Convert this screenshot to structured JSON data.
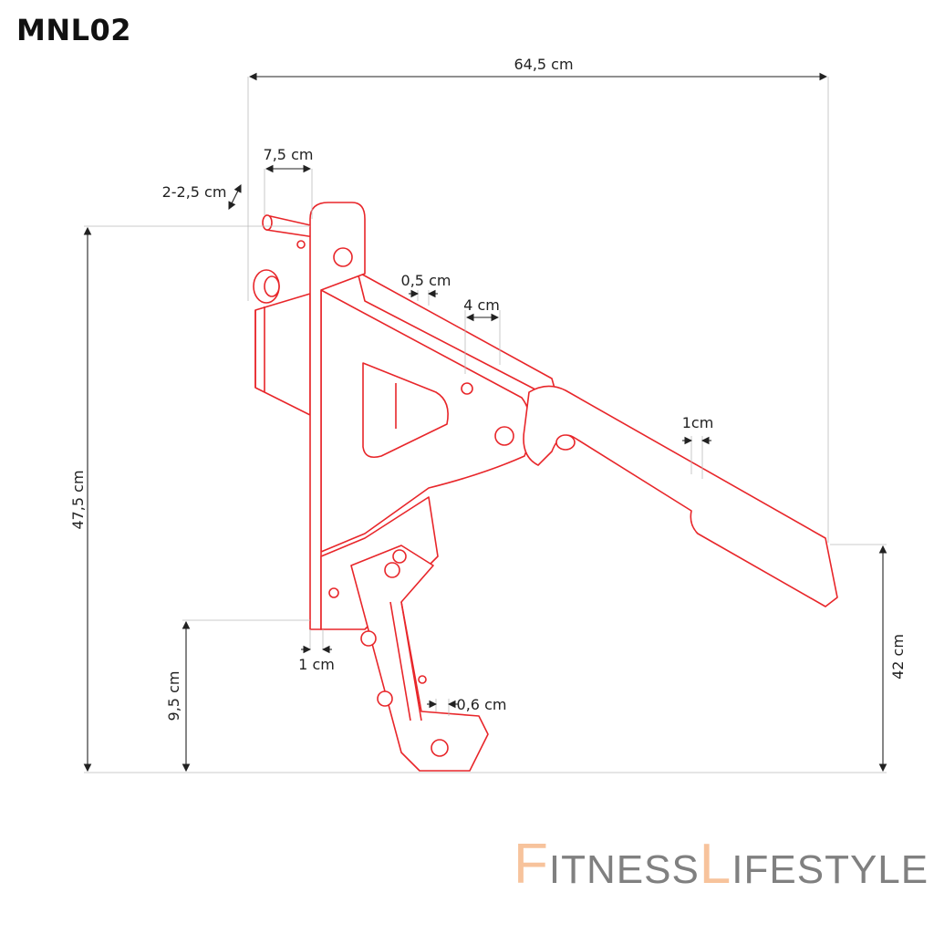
{
  "title": "MNL02",
  "dimensions": {
    "overall_width": "64,5 cm",
    "pin_length": "7,5 cm",
    "pin_diameter": "2-2,5 cm",
    "overall_height": "47,5 cm",
    "foot_height": "9,5 cm",
    "handle_height": "42 cm",
    "plate_thickness": "1 cm",
    "gap": "0,5 cm",
    "spacing": "4 cm",
    "handle_thickness": "1cm",
    "foot_thickness": "0,6 cm"
  },
  "logo": {
    "f": "F",
    "itness": "ITNESS",
    "l": "L",
    "ifestyle": "IFESTYLE",
    "text": "FitnessLifestyle"
  },
  "colors": {
    "drawing": "#e8262a",
    "logo_accent": "#f7c39c",
    "logo_gray": "#808080"
  }
}
